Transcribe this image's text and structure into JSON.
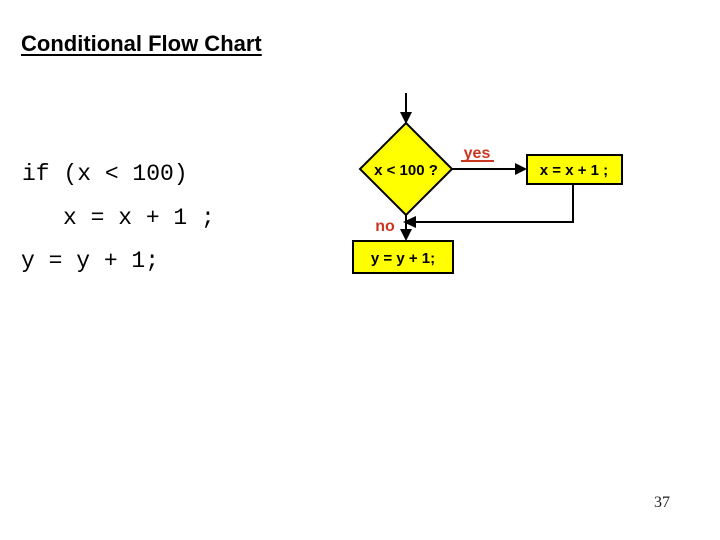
{
  "slide": {
    "title": "Conditional Flow Chart",
    "code_lines": {
      "line1": "if (x < 100)",
      "line2": "x = x + 1 ;",
      "line3": "y = y + 1;"
    },
    "page_number": "37"
  },
  "flowchart": {
    "decision": {
      "label": "x < 100 ?"
    },
    "yes_branch": {
      "label": "yes",
      "box_label": "x = x + 1 ;"
    },
    "no_branch": {
      "label": "no",
      "box_label": "y = y + 1;"
    },
    "colors": {
      "node_fill": "#ffff00",
      "node_border": "#000000",
      "connector": "#000000",
      "branch_label": "#cc3620"
    }
  }
}
